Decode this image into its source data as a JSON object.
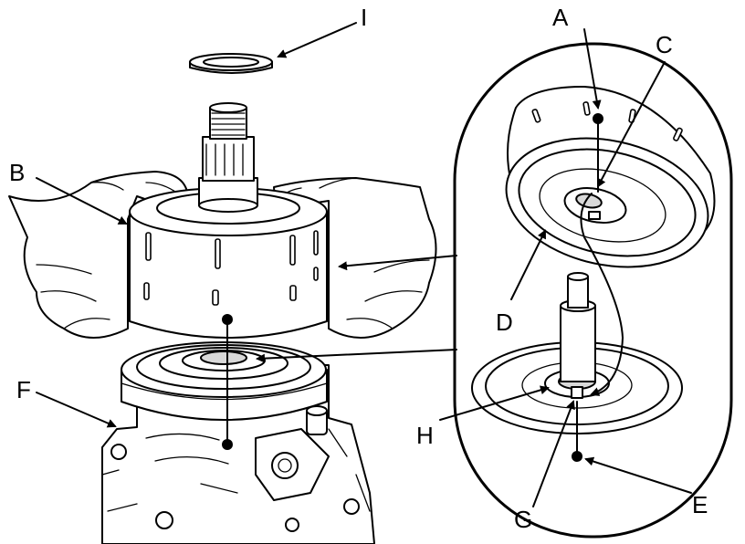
{
  "callouts": {
    "A": "A",
    "B": "B",
    "C": "C",
    "D": "D",
    "E": "E",
    "F": "F",
    "G": "G",
    "H": "H",
    "I": "I"
  },
  "colors": {
    "line": "#000000",
    "background": "#ffffff",
    "shade": "#d9d9d9"
  }
}
